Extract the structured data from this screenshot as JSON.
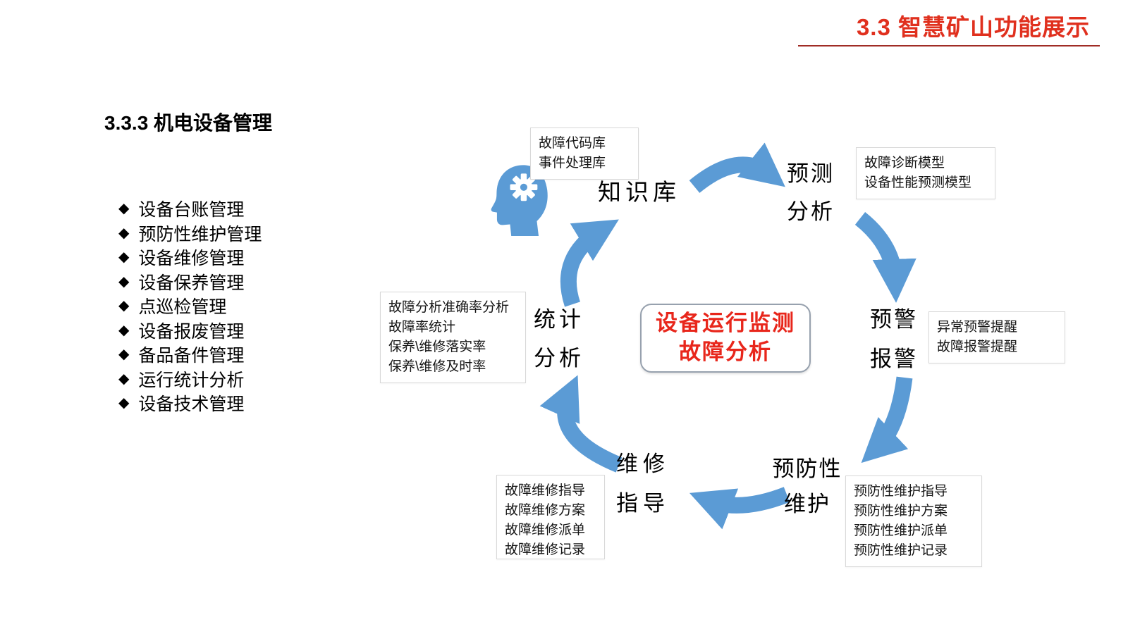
{
  "header": {
    "title": "3.3 智慧矿山功能展示",
    "accent_color": "#E0301E",
    "underline_color": "#A02C25"
  },
  "section": {
    "title": "3.3.3 机电设备管理"
  },
  "bullet_list": {
    "glyph": "◆",
    "items": [
      "设备台账管理",
      "预防性维护管理",
      "设备维修管理",
      "设备保养管理",
      "点巡检管理",
      "设备报废管理",
      "备品备件管理",
      "运行统计分析",
      "设备技术管理"
    ]
  },
  "diagram": {
    "center_box": {
      "line1": "设备运行监测",
      "line2": "故障分析",
      "text_color": "#E8261B"
    },
    "icon": {
      "name": "head-with-gear"
    },
    "arrow_color": "#5B9BD5",
    "flow": [
      "知识库",
      "预测分析",
      "预警报警",
      "预防性维护",
      "维修指导",
      "统计分析"
    ],
    "nodes": {
      "knowledge": {
        "line1": "知识库",
        "line2": ""
      },
      "predict": {
        "line1": "预测",
        "line2": "分析"
      },
      "alarm": {
        "line1": "预警",
        "line2": "报警"
      },
      "preventive": {
        "line1": "预防性",
        "line2": "维护"
      },
      "repair": {
        "line1": "维修",
        "line2": "指导"
      },
      "stats": {
        "line1": "统计",
        "line2": "分析"
      }
    },
    "callouts": {
      "knowledge": {
        "lines": [
          "故障代码库",
          "事件处理库"
        ]
      },
      "predict": {
        "lines": [
          "故障诊断模型",
          "设备性能预测模型"
        ]
      },
      "alarm": {
        "lines": [
          "异常预警提醒",
          "故障报警提醒"
        ]
      },
      "preventive": {
        "lines": [
          "预防性维护指导",
          "预防性维护方案",
          "预防性维护派单",
          "预防性维护记录"
        ]
      },
      "repair": {
        "lines": [
          "故障维修指导",
          "故障维修方案",
          "故障维修派单",
          "故障维修记录"
        ]
      },
      "stats": {
        "lines": [
          "故障分析准确率分析",
          "故障率统计",
          "保养\\维修落实率",
          "保养\\维修及时率"
        ]
      }
    }
  }
}
